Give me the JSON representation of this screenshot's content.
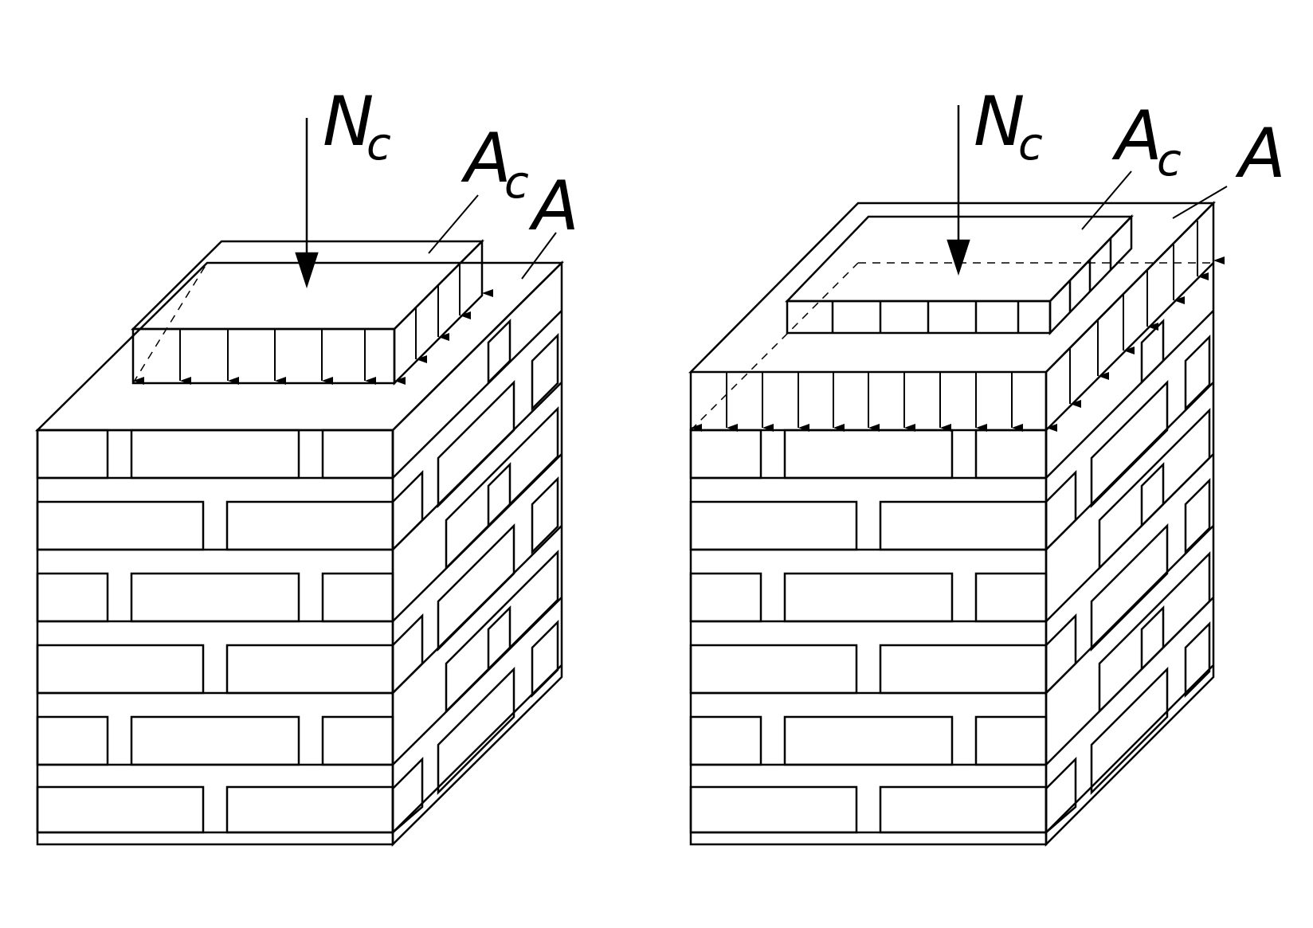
{
  "diagrams": [
    {
      "id": "left",
      "labels": {
        "force": "N",
        "force_sub": "c",
        "load_area": "A",
        "load_area_sub": "c",
        "total_area": "A"
      }
    },
    {
      "id": "right",
      "labels": {
        "force": "N",
        "force_sub": "c",
        "load_area": "A",
        "load_area_sub": "c",
        "total_area": "A"
      }
    }
  ],
  "colors": {
    "stroke": "#000000",
    "background": "#ffffff"
  }
}
